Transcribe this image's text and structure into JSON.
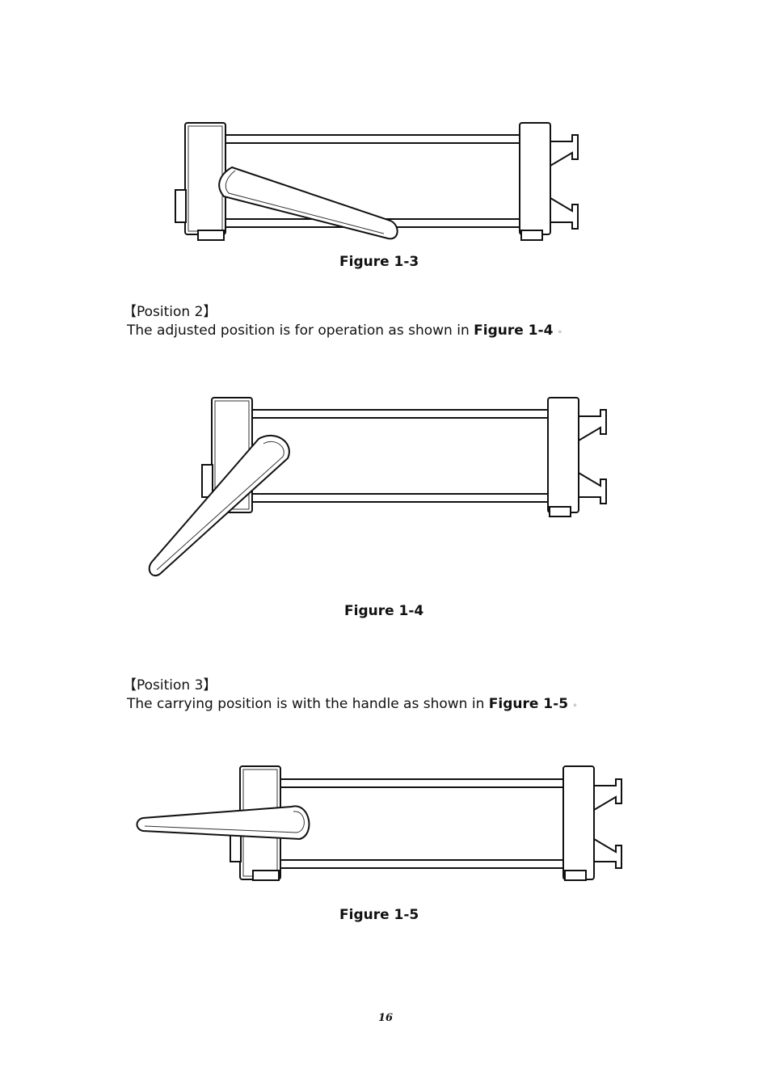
{
  "figures": [
    {
      "caption": "Figure 1-3"
    },
    {
      "caption": "Figure 1-4"
    },
    {
      "caption": "Figure 1-5"
    }
  ],
  "position2": {
    "heading": "【Position 2】",
    "text": "The adjusted position is for operation as shown in ",
    "ref": "Figure 1-4",
    "end": "◦"
  },
  "position3": {
    "heading": "【Position 3】",
    "text": "The carrying position is with the handle as shown in ",
    "ref": "Figure 1-5",
    "end": "◦"
  },
  "page_number": "16"
}
